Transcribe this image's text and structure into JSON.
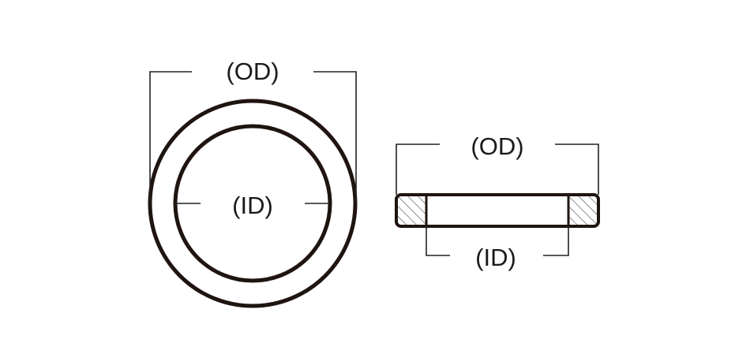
{
  "front_view": {
    "outer_label": "(OD)",
    "inner_label": "(ID)"
  },
  "side_view": {
    "outer_label": "(OD)",
    "inner_label": "(ID)"
  }
}
